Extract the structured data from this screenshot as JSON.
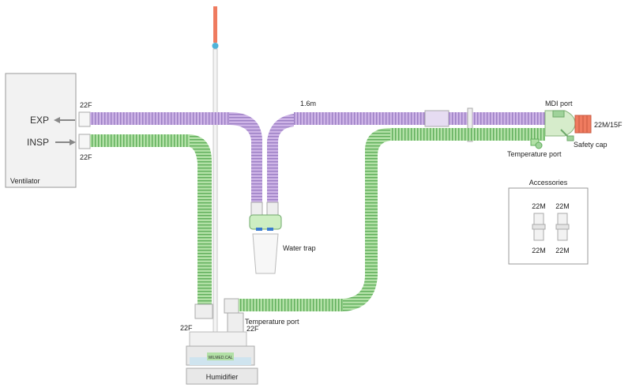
{
  "labels": {
    "ventilator": "Ventilator",
    "exp": "EXP",
    "insp": "INSP",
    "port_22f_top": "22F",
    "port_22f_bottom": "22F",
    "length": "1.6m",
    "mdi_port": "MDI port",
    "connector_22m_15f": "22M/15F",
    "safety_cap": "Safety cap",
    "temperature_port_right": "Temperature port",
    "water_trap": "Water trap",
    "temperature_port_bottom": "Temperature port",
    "port_22f_humidifier_right": "22F",
    "port_22f_humidifier_left": "22F",
    "humidifier": "Humidifier",
    "humidifier_brand": "WILMED.CAL"
  },
  "accessories": {
    "title": "Accessories",
    "items": [
      {
        "top": "22M",
        "bottom": "22M"
      },
      {
        "top": "22M",
        "bottom": "22M"
      }
    ]
  },
  "colors": {
    "purple_tube": "#c6a8e0",
    "purple_rib": "#9b7ec4",
    "green_tube": "#a9dc9c",
    "green_rib": "#5fae5a",
    "orange_cap": "#ef7b5f",
    "box_border": "#999999",
    "box_fill": "#f2f2f2"
  }
}
